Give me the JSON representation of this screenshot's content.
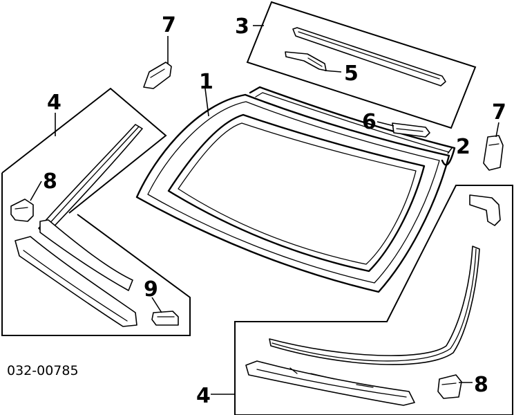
{
  "diagram_code": "032-00785",
  "callouts": {
    "c1": "1",
    "c2": "2",
    "c3": "3",
    "c4_left": "4",
    "c4_bottom": "4",
    "c5": "5",
    "c6": "6",
    "c7_top": "7",
    "c7_right": "7",
    "c8_left": "8",
    "c8_right": "8",
    "c9": "9"
  }
}
